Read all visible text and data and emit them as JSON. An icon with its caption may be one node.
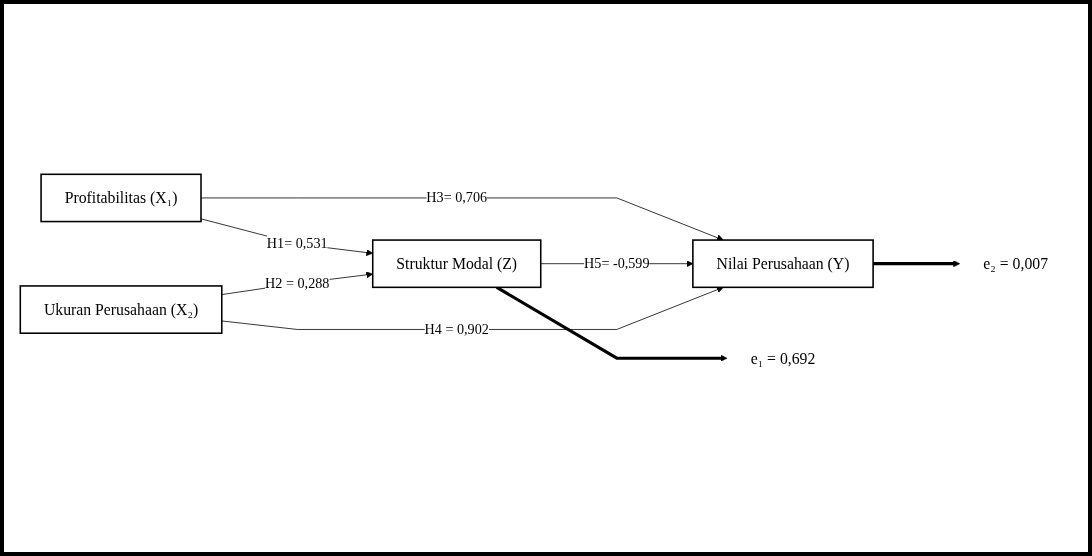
{
  "diagram": {
    "nodes": [
      {
        "text": [
          "Profitabilitas (X₁)"
        ]
      },
      {
        "text": [
          "Ukuran Perusahaan (X₂)"
        ]
      },
      {
        "text": [
          "Struktur Modal (Z)"
        ]
      },
      {
        "text": [
          "Nilai Perusahaan (Y)"
        ]
      },
      {
        "text": [
          "e₁ = 0,692"
        ]
      },
      {
        "text": [
          "e₂ = 0,007"
        ]
      }
    ],
    "edges": [
      {
        "from": 0,
        "to": 2,
        "arrow": "to",
        "label": "H1= 0,531"
      },
      {
        "from": 0,
        "to": 3,
        "arrow": "to",
        "label": "H3= 0,706"
      },
      {
        "from": 1,
        "to": 2,
        "arrow": "to",
        "label": "H2 = 0,288"
      },
      {
        "from": 2,
        "to": 3,
        "arrow": "to",
        "label": "H5= -0,599"
      },
      {
        "from": 1,
        "to": 3,
        "arrow": "to",
        "label": "H4 = 0,902"
      },
      {
        "from": 2,
        "to": 4,
        "arrow": "to",
        "style": "thick"
      },
      {
        "from": 3,
        "to": 5,
        "arrow": "to",
        "style": "thick"
      }
    ]
  }
}
